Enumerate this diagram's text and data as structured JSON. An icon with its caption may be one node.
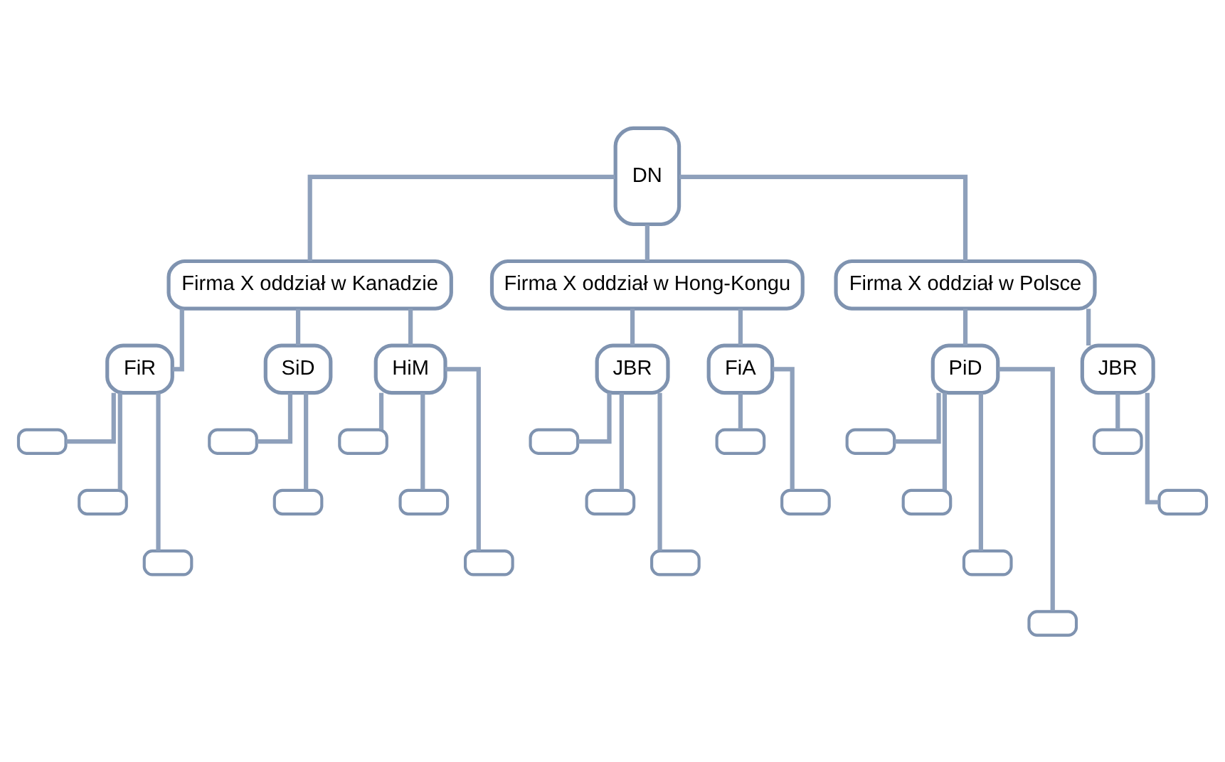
{
  "diagram": {
    "nodes": [
      {
        "text": [
          "DN"
        ]
      },
      {
        "text": [
          "Firma X oddział w Kanadzie"
        ]
      },
      {
        "text": [
          "Firma X oddział w Hong-Kongu"
        ]
      },
      {
        "text": [
          "Firma X oddział w Polsce"
        ]
      },
      {
        "text": [
          "FiR"
        ]
      },
      {
        "text": [
          "SiD"
        ]
      },
      {
        "text": [
          "HiM"
        ]
      },
      {
        "text": [
          "JBR"
        ]
      },
      {
        "text": [
          "FiA"
        ]
      },
      {
        "text": [
          "PiD"
        ]
      },
      {
        "text": [
          "JBR"
        ]
      },
      {
        "text": [],
        "shape": "box"
      },
      {
        "text": [],
        "shape": "box"
      },
      {
        "text": [],
        "shape": "box"
      },
      {
        "text": [],
        "shape": "box"
      },
      {
        "text": [],
        "shape": "box"
      },
      {
        "text": [],
        "shape": "box"
      },
      {
        "text": [],
        "shape": "box"
      },
      {
        "text": [],
        "shape": "box"
      },
      {
        "text": [],
        "shape": "box"
      },
      {
        "text": [],
        "shape": "box"
      },
      {
        "text": [],
        "shape": "box"
      },
      {
        "text": [],
        "shape": "box"
      },
      {
        "text": [],
        "shape": "box"
      },
      {
        "text": [],
        "shape": "box"
      },
      {
        "text": [],
        "shape": "box"
      },
      {
        "text": [],
        "shape": "box"
      },
      {
        "text": [],
        "shape": "box"
      },
      {
        "text": [],
        "shape": "box"
      },
      {
        "text": [],
        "shape": "box"
      }
    ],
    "edges": [
      {
        "from": 0,
        "to": 1,
        "arrow": "none"
      },
      {
        "from": 0,
        "to": 2,
        "arrow": "none"
      },
      {
        "from": 0,
        "to": 3,
        "arrow": "none"
      },
      {
        "from": 1,
        "to": 4,
        "arrow": "none"
      },
      {
        "from": 1,
        "to": 5,
        "arrow": "none"
      },
      {
        "from": 1,
        "to": 6,
        "arrow": "none"
      },
      {
        "from": 2,
        "to": 7,
        "arrow": "none"
      },
      {
        "from": 2,
        "to": 8,
        "arrow": "none"
      },
      {
        "from": 3,
        "to": 9,
        "arrow": "none"
      },
      {
        "from": 3,
        "to": 10,
        "arrow": "none"
      },
      {
        "from": 4,
        "to": 11,
        "arrow": "none"
      },
      {
        "from": 4,
        "to": 12,
        "arrow": "none"
      },
      {
        "from": 4,
        "to": 13,
        "arrow": "none"
      },
      {
        "from": 5,
        "to": 14,
        "arrow": "none"
      },
      {
        "from": 5,
        "to": 15,
        "arrow": "none"
      },
      {
        "from": 6,
        "to": 16,
        "arrow": "none"
      },
      {
        "from": 6,
        "to": 17,
        "arrow": "none"
      },
      {
        "from": 6,
        "to": 18,
        "arrow": "none"
      },
      {
        "from": 7,
        "to": 19,
        "arrow": "none"
      },
      {
        "from": 7,
        "to": 20,
        "arrow": "none"
      },
      {
        "from": 7,
        "to": 21,
        "arrow": "none"
      },
      {
        "from": 8,
        "to": 22,
        "arrow": "none"
      },
      {
        "from": 8,
        "to": 23,
        "arrow": "none"
      },
      {
        "from": 9,
        "to": 24,
        "arrow": "none"
      },
      {
        "from": 9,
        "to": 25,
        "arrow": "none"
      },
      {
        "from": 9,
        "to": 26,
        "arrow": "none"
      },
      {
        "from": 9,
        "to": 27,
        "arrow": "none"
      },
      {
        "from": 10,
        "to": 28,
        "arrow": "none"
      },
      {
        "from": 10,
        "to": 29,
        "arrow": "none"
      }
    ]
  }
}
